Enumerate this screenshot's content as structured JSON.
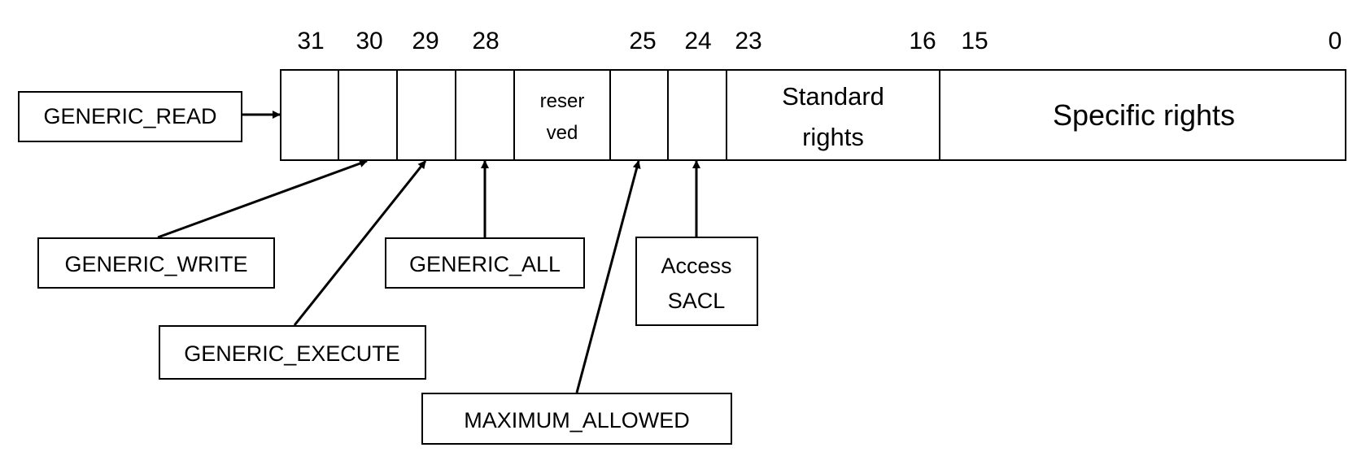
{
  "bit_numbers": {
    "b31": "31",
    "b30": "30",
    "b29": "29",
    "b28": "28",
    "b25": "25",
    "b24": "24",
    "b23": "23",
    "b16": "16",
    "b15": "15",
    "b0": "0"
  },
  "fields": {
    "reserved_line1": "reser",
    "reserved_line2": "ved",
    "standard_line1": "Standard",
    "standard_line2": "rights",
    "specific": "Specific rights"
  },
  "labels": {
    "generic_read": "GENERIC_READ",
    "generic_write": "GENERIC_WRITE",
    "generic_execute": "GENERIC_EXECUTE",
    "generic_all": "GENERIC_ALL",
    "maximum_allowed": "MAXIMUM_ALLOWED",
    "access_sacl_line1": "Access",
    "access_sacl_line2": "SACL"
  }
}
